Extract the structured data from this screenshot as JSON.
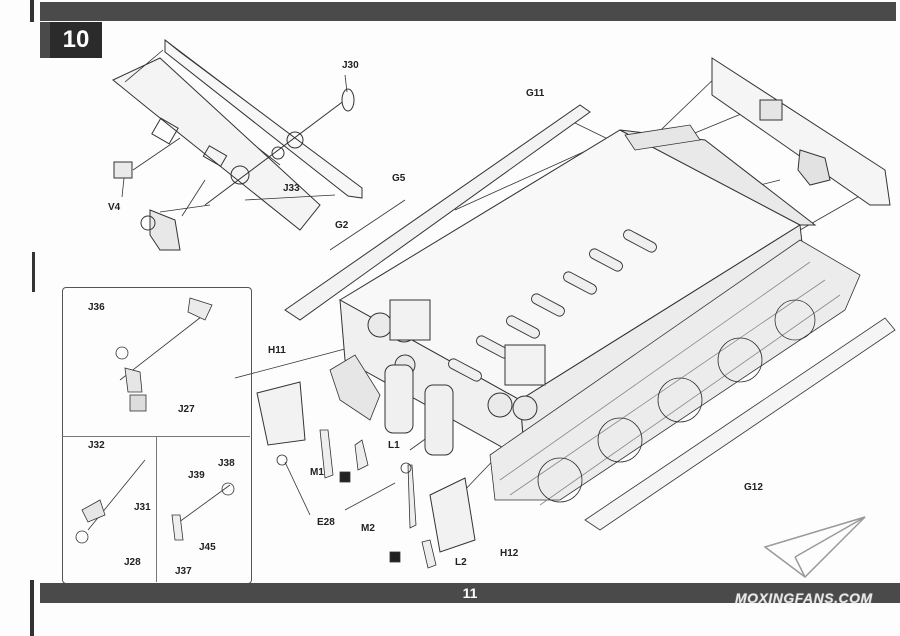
{
  "step": {
    "number": "10"
  },
  "page": {
    "number": "11"
  },
  "watermark": {
    "text": "MOXINGFANS.COM"
  },
  "parts": {
    "j30": "J30",
    "g11": "G11",
    "g5": "G5",
    "g2": "G2",
    "j33": "J33",
    "v4": "V4",
    "h11": "H11",
    "l1": "L1",
    "m1": "M1",
    "e28": "E28",
    "m2": "M2",
    "l2": "L2",
    "h12": "H12",
    "g12": "G12"
  },
  "inset": {
    "j36": "J36",
    "j27": "J27",
    "j32": "J32",
    "j31": "J31",
    "j28": "J28",
    "j39": "J39",
    "j38": "J38",
    "j45": "J45",
    "j37": "J37"
  },
  "colors": {
    "bar": "#4a4a4a",
    "step_box": "#2b2b2b",
    "line_art": "#333333"
  }
}
